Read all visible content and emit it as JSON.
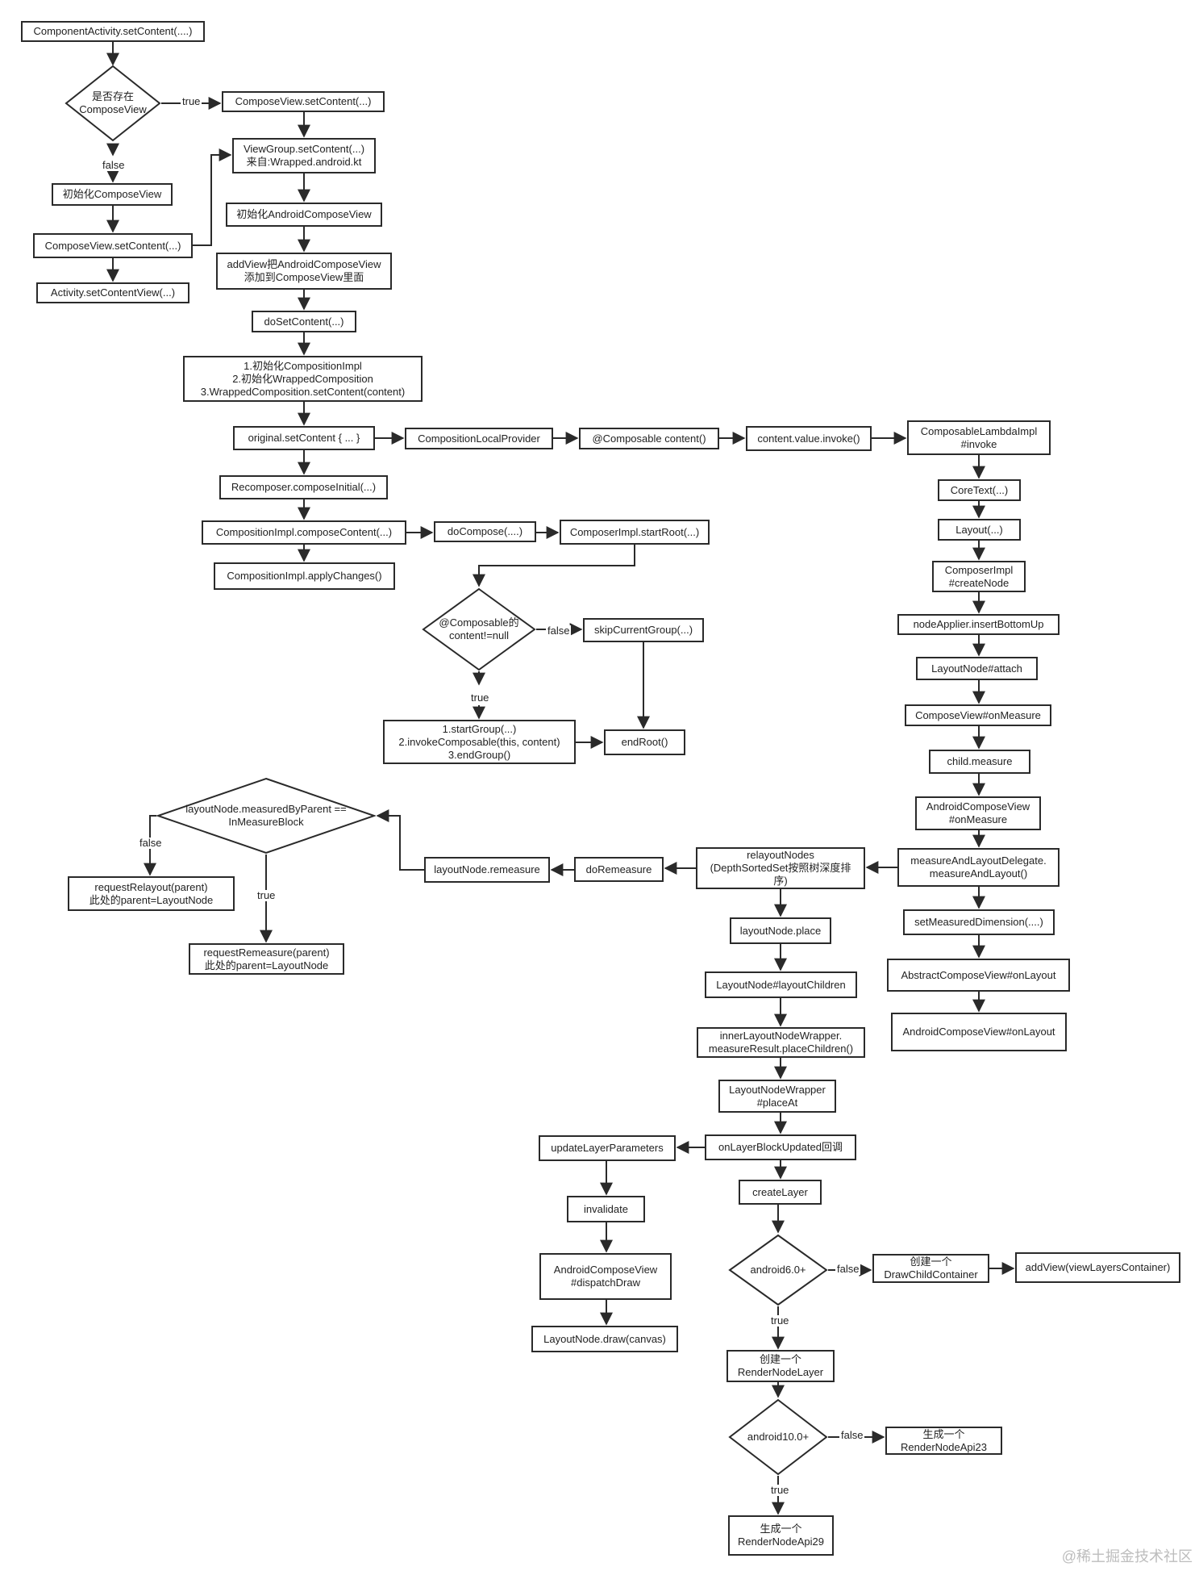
{
  "nodes": {
    "n1": "ComponentActivity.setContent(....)",
    "n2": "ComposeView.setContent(...)",
    "n3": "ViewGroup.setContent(...)\n来自:Wrapped.android.kt",
    "n4": "初始化ComposeView",
    "n5": "初始化AndroidComposeView",
    "n6": "ComposeView.setContent(...)",
    "n7": "addView把AndroidComposeView\n添加到ComposeView里面",
    "n8": "Activity.setContentView(...)",
    "n9": "doSetContent(...)",
    "n10": "1.初始化CompositionImpl\n2.初始化WrappedComposition\n3.WrappedComposition.setContent(content)",
    "n11": "original.setContent { ... }",
    "n12": "CompositionLocalProvider",
    "n13": "@Composable content()",
    "n14": "content.value.invoke()",
    "n15": "ComposableLambdaImpl\n#invoke",
    "n16": "Recomposer.composeInitial(...)",
    "n17": "CoreText(...)",
    "n18": "CompositionImpl.composeContent(...)",
    "n19": "doCompose(....)",
    "n20": "ComposerImpl.startRoot(...)",
    "n21": "Layout(...)",
    "n22": "CompositionImpl.applyChanges()",
    "n23": "ComposerImpl\n#createNode",
    "n24": "skipCurrentGroup(...)",
    "n25": "nodeApplier.insertBottomUp",
    "n26": "LayoutNode#attach",
    "n27": "1.startGroup(...)\n2.invokeComposable(this, content)\n3.endGroup()",
    "n28": "endRoot()",
    "n29": "ComposeView#onMeasure",
    "n30": "child.measure",
    "n31": "AndroidComposeView\n#onMeasure",
    "n32": "requestRelayout(parent)\n此处的parent=LayoutNode",
    "n33": "layoutNode.remeasure",
    "n34": "doRemeasure",
    "n35": "relayoutNodes\n(DepthSortedSet按照树深度排\n序)",
    "n36": "measureAndLayoutDelegate.\nmeasureAndLayout()",
    "n37": "requestRemeasure(parent)\n此处的parent=LayoutNode",
    "n38": "setMeasuredDimension(....)",
    "n39": "layoutNode.place",
    "n40": "AbstractComposeView#onLayout",
    "n41": "LayoutNode#layoutChildren",
    "n42": "AndroidComposeView#onLayout",
    "n43": "innerLayoutNodeWrapper.\nmeasureResult.placeChildren()",
    "n44": "LayoutNodeWrapper\n#placeAt",
    "n45": "updateLayerParameters",
    "n46": "onLayerBlockUpdated回调",
    "n47": "createLayer",
    "n48": "invalidate",
    "n49": "创建一个\nDrawChildContainer",
    "n50": "addView(viewLayersContainer)",
    "n51": "AndroidComposeView\n#dispatchDraw",
    "n52": "LayoutNode.draw(canvas)",
    "n53": "创建一个\nRenderNodeLayer",
    "n54": "生成一个\nRenderNodeApi23",
    "n55": "生成一个\nRenderNodeApi29"
  },
  "decisions": {
    "d1": "是否存在\nComposeView",
    "d2": "@Composable的\ncontent!=null",
    "d3": "layoutNode.measuredByParent ==\nInMeasureBlock",
    "d4": "android6.0+",
    "d5": "android10.0+"
  },
  "edge_labels": {
    "true": "true",
    "false": "false"
  },
  "watermark": "@稀土掘金技术社区"
}
